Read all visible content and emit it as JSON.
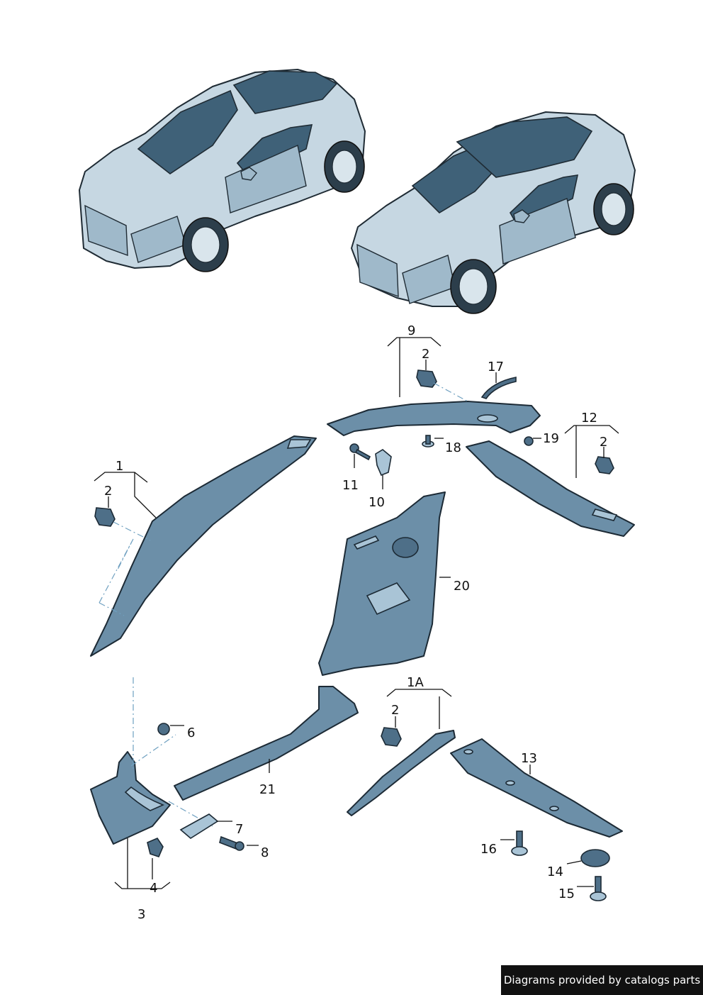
{
  "footer": {
    "credit": "Diagrams provided by catalogs parts"
  },
  "callouts": {
    "c1": "1",
    "c1A": "1A",
    "c2a": "2",
    "c2b": "2",
    "c2c": "2",
    "c2d": "2",
    "c3": "3",
    "c4": "4",
    "c6": "6",
    "c7": "7",
    "c8": "8",
    "c9": "9",
    "c10": "10",
    "c11": "11",
    "c12": "12",
    "c13": "13",
    "c14": "14",
    "c15": "15",
    "c16": "16",
    "c17": "17",
    "c18": "18",
    "c19": "19",
    "c20": "20",
    "c21": "21"
  },
  "colors": {
    "part_fill": "#6c8fa8",
    "outline": "#1c2a35",
    "footer_bg": "#111111"
  }
}
